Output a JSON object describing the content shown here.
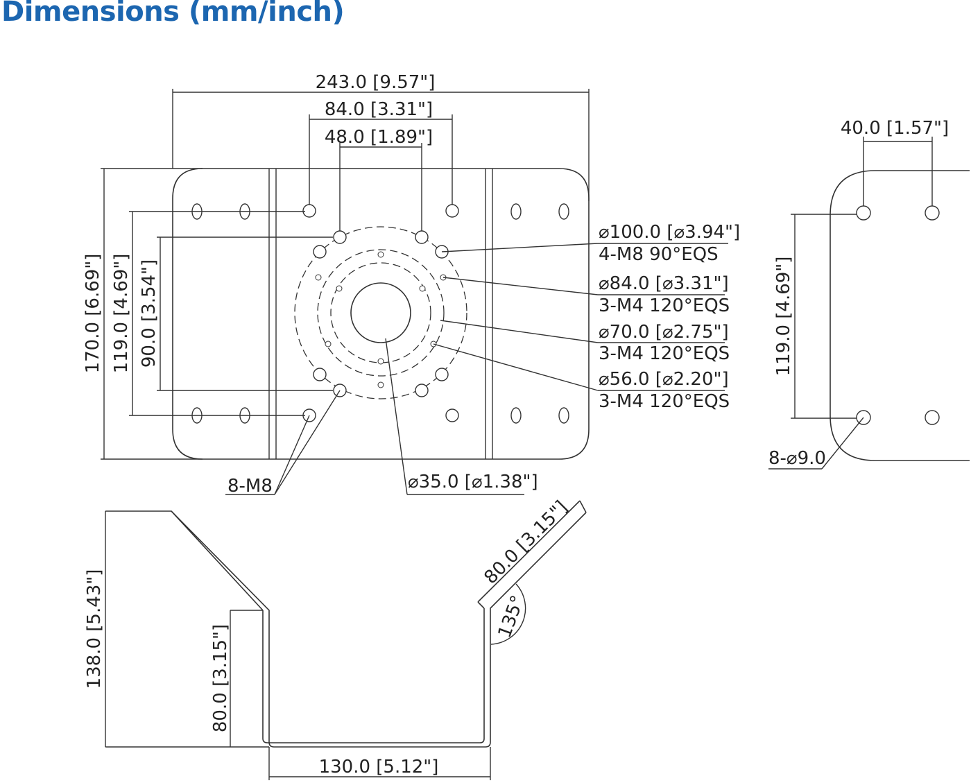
{
  "title": "Dimensions (mm/inch)",
  "colors": {
    "title": "#1c66b0",
    "lines": "#333333"
  },
  "top_view": {
    "width_total": "243.0 [9.57\"]",
    "width_84": "84.0 [3.31\"]",
    "width_48": "48.0 [1.89\"]",
    "height_total": "170.0 [6.69\"]",
    "height_119": "119.0 [4.69\"]",
    "height_90": "90.0 [3.54\"]",
    "callouts": [
      {
        "dia": "⌀100.0 [⌀3.94\"]",
        "spec": "4-M8 90°EQS"
      },
      {
        "dia": "⌀84.0 [⌀3.31\"]",
        "spec": "3-M4 120°EQS"
      },
      {
        "dia": "⌀70.0 [⌀2.75\"]",
        "spec": "3-M4 120°EQS"
      },
      {
        "dia": "⌀56.0 [⌀2.20\"]",
        "spec": "3-M4 120°EQS"
      }
    ],
    "holes_label": "8-M8",
    "center_label": "⌀35.0 [⌀1.38\"]"
  },
  "side_view": {
    "width": "40.0 [1.57\"]",
    "height": "119.0 [4.69\"]",
    "holes_label": "8-⌀9.0"
  },
  "front_view": {
    "height_total": "138.0 [5.43\"]",
    "height_inner": "80.0 [3.15\"]",
    "flange": "80.0 [3.15\"]",
    "angle": "135°",
    "width": "130.0 [5.12\"]"
  }
}
